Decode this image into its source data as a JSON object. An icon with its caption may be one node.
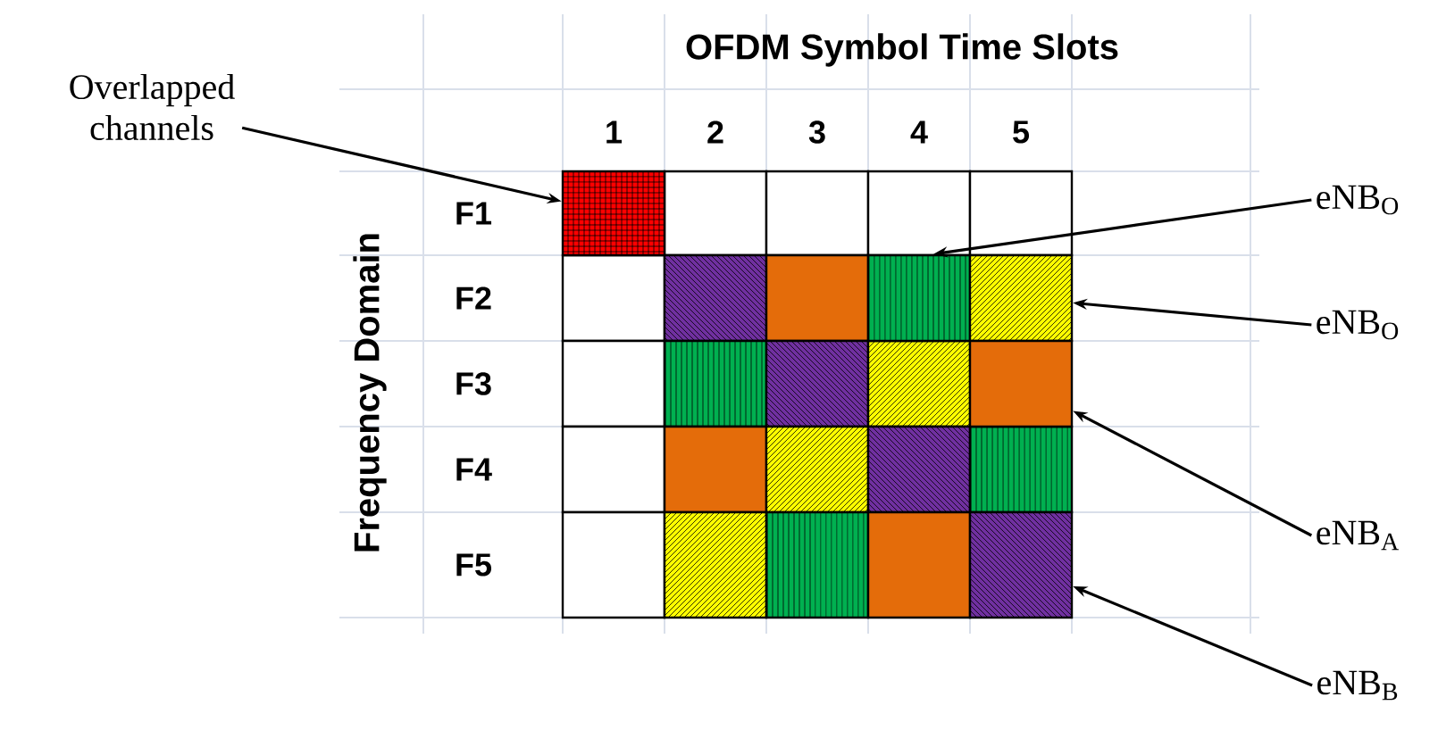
{
  "diagram": {
    "nodes": [
      {
        "text": [
          "Overlapped channels"
        ]
      },
      {
        "text": [],
        "shape": "box"
      },
      {
        "text": [
          "eNB$_{O}$"
        ]
      },
      {
        "text": [],
        "shape": "box"
      },
      {
        "text": [
          "eNB$_{O}$"
        ]
      },
      {
        "text": [],
        "shape": "box"
      },
      {
        "text": [],
        "shape": "box"
      },
      {
        "text": [
          "eNB$_{A}$"
        ]
      },
      {
        "text": [],
        "shape": "box"
      },
      {
        "text": [
          "eNB$_{B}$"
        ]
      }
    ],
    "edges": [
      {
        "from": 0,
        "to": 1,
        "arrow": "to"
      },
      {
        "from": 2,
        "to": 3,
        "arrow": "to"
      },
      {
        "from": 4,
        "to": 5,
        "arrow": "to"
      },
      {
        "from": 7,
        "to": 6,
        "arrow": "to"
      },
      {
        "from": 9,
        "to": 8,
        "arrow": "to"
      }
    ],
    "labels": [
      "OFDM Symbol Time Slots",
      "1",
      "2",
      "3",
      "4",
      "5",
      "Frequency Domain",
      "F1",
      "F2",
      "F3",
      "F4",
      "F5"
    ]
  }
}
